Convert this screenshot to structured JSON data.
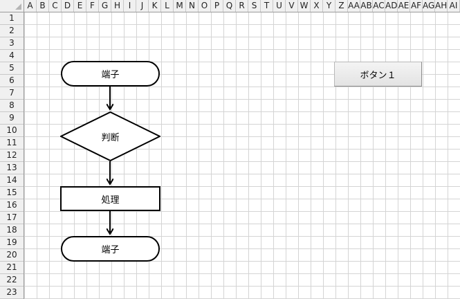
{
  "columns": [
    "A",
    "B",
    "C",
    "D",
    "E",
    "F",
    "G",
    "H",
    "I",
    "J",
    "K",
    "L",
    "M",
    "N",
    "O",
    "P",
    "Q",
    "R",
    "S",
    "T",
    "U",
    "V",
    "W",
    "X",
    "Y",
    "Z",
    "AA",
    "AB",
    "AC",
    "AD",
    "AE",
    "AF",
    "AG",
    "AH",
    "AI"
  ],
  "rows": [
    "1",
    "2",
    "3",
    "4",
    "5",
    "6",
    "7",
    "8",
    "9",
    "10",
    "11",
    "12",
    "13",
    "14",
    "15",
    "16",
    "17",
    "18",
    "19",
    "20",
    "21",
    "22",
    "23"
  ],
  "flowchart": {
    "terminal_start": "端子",
    "decision": "判断",
    "process": "処理",
    "terminal_end": "端子"
  },
  "button": {
    "label": "ボタン１"
  },
  "colors": {
    "grid_line": "#d4d4d4",
    "header_bg": "#f0f0f0",
    "stroke": "#000000"
  }
}
